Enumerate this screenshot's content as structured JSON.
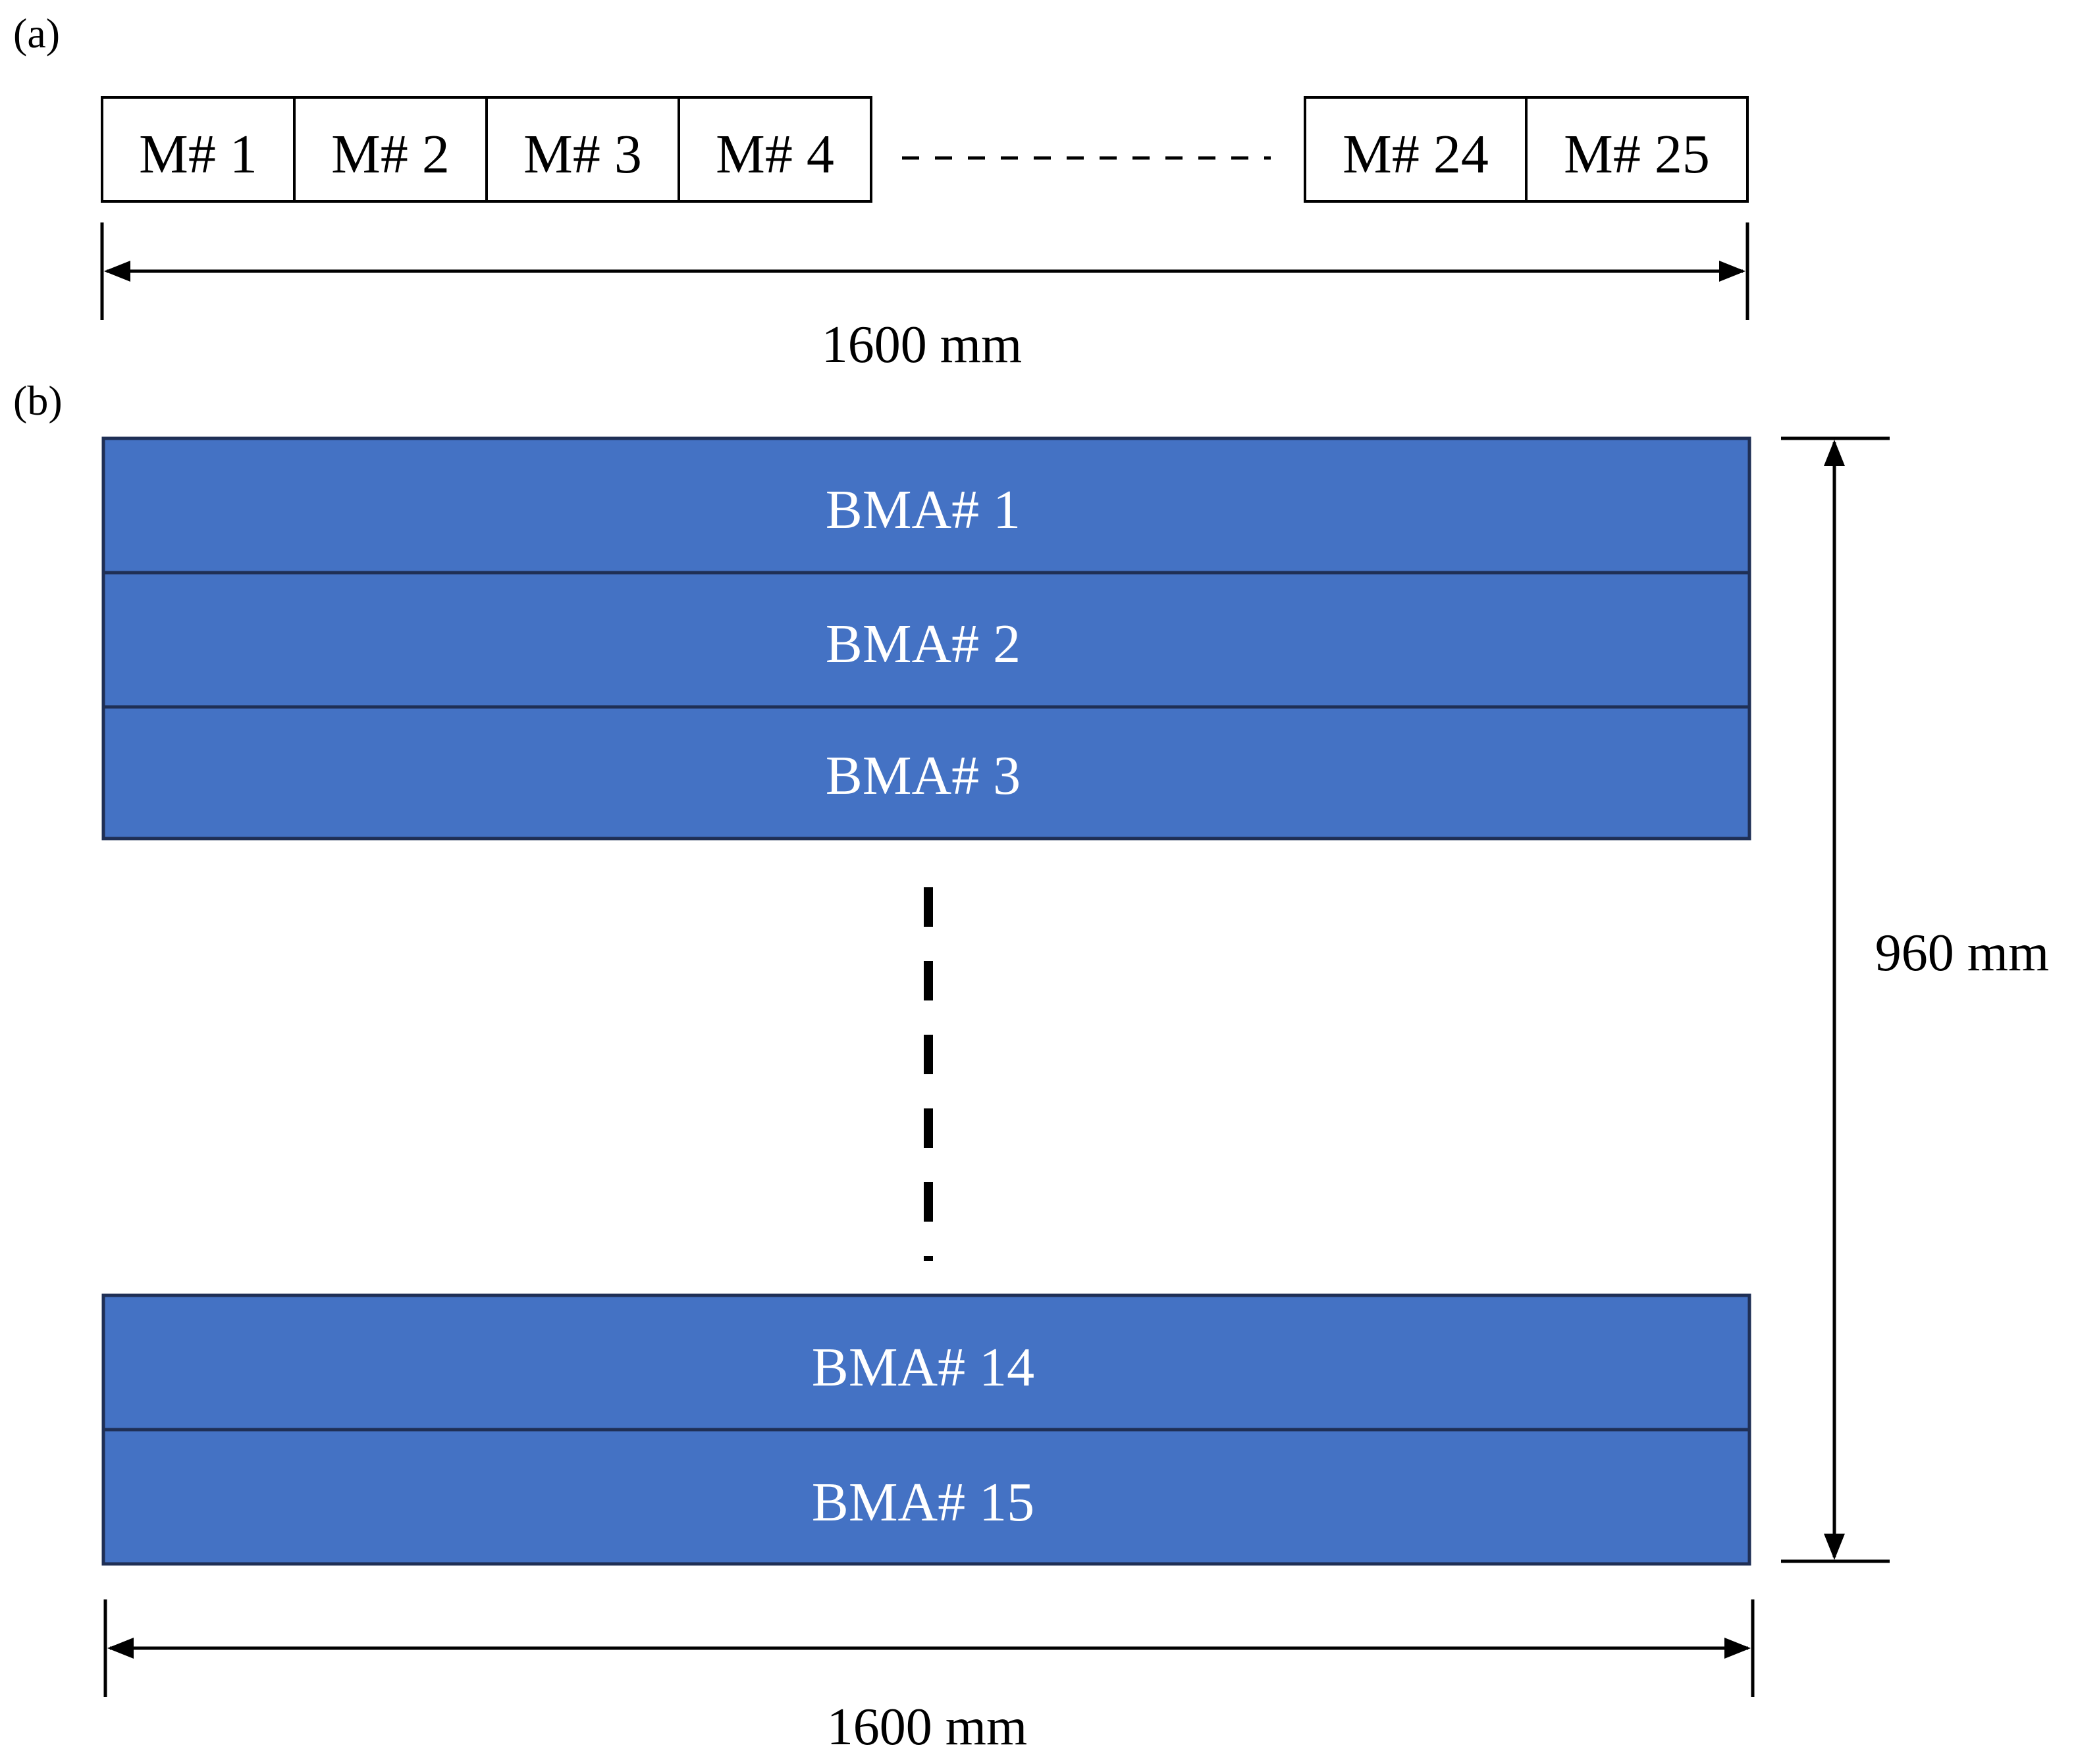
{
  "panel_a": {
    "label": "(a)",
    "modules": [
      "M# 1",
      "M# 2",
      "M# 3",
      "M# 4",
      "M# 24",
      "M# 25"
    ],
    "width_dimension": "1600 mm"
  },
  "panel_b": {
    "label": "(b)",
    "bmas": [
      "BMA# 1",
      "BMA# 2",
      "BMA# 3",
      "BMA# 14",
      "BMA# 15"
    ],
    "height_dimension": "960 mm",
    "width_dimension": "1600 mm"
  },
  "colors": {
    "bma_fill": "#4472c4",
    "bma_border": "#1f2f55",
    "line": "#000000"
  }
}
